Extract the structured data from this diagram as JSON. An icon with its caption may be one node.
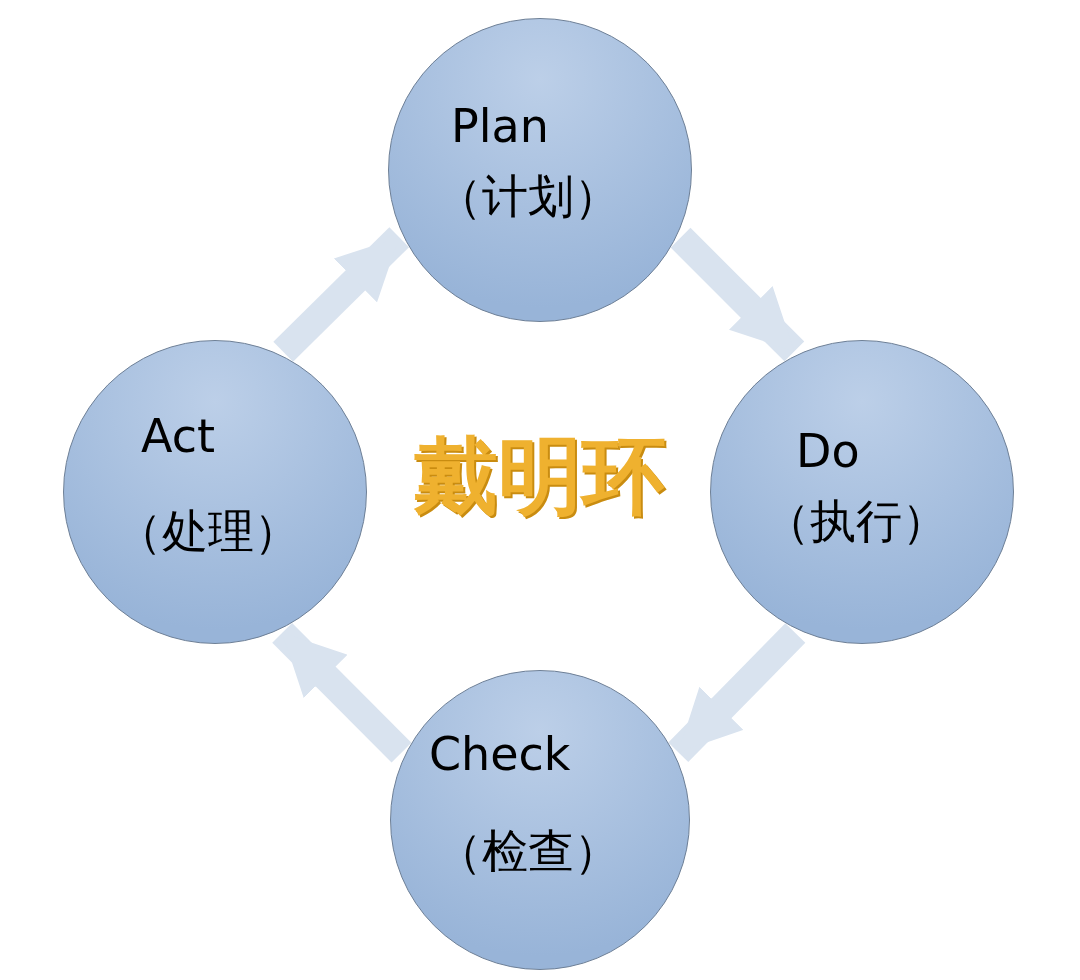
{
  "diagram": {
    "nodes": [
      {
        "text": [
          "Plan",
          "（计划）"
        ]
      },
      {
        "text": [
          "Do",
          "（执行）"
        ]
      },
      {
        "text": [
          "Check",
          "（检查）"
        ]
      },
      {
        "text": [
          "Act",
          "（处理）"
        ]
      }
    ],
    "edges": [
      {
        "from": 0,
        "to": 1,
        "arrow": "to"
      },
      {
        "from": 1,
        "to": 2,
        "arrow": "to"
      },
      {
        "from": 2,
        "to": 3,
        "arrow": "to"
      },
      {
        "from": 3,
        "to": 0,
        "arrow": "to"
      }
    ],
    "labels": [
      "戴明环"
    ]
  }
}
